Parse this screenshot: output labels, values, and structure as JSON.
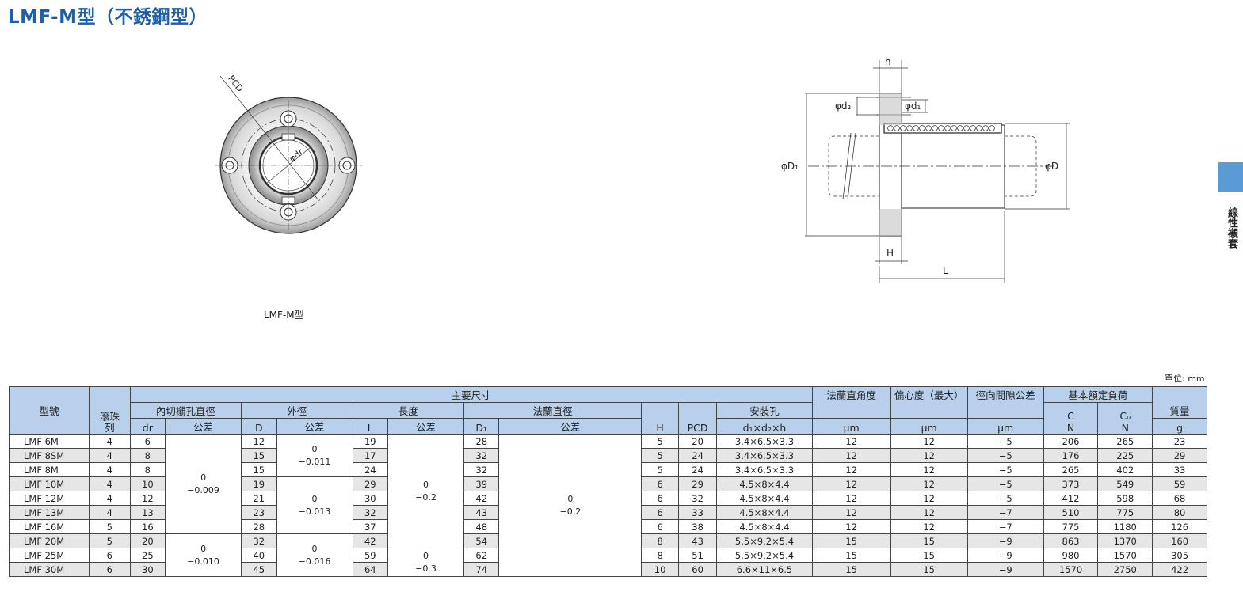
{
  "title": "LMF-M型（不銹鋼型）",
  "side_label": "線性襯套",
  "front_caption": "LMF-M型",
  "unit": "單位: mm",
  "drawing_labels": {
    "pcd": "PCD",
    "dr": "φdr",
    "h": "h",
    "d2": "φd₂",
    "d1": "φd₁",
    "D1": "φD₁",
    "D": "φD",
    "H": "H",
    "L": "L"
  },
  "table": {
    "headers": {
      "model": "型號",
      "balls": "滾珠\n列",
      "main_dims": "主要尺寸",
      "inner": "內切襯孔直徑",
      "outer": "外徑",
      "length": "長度",
      "flange_dia": "法蘭直徑",
      "mount_hole": "安裝孔",
      "flange_perp": "法蘭直角度",
      "eccentricity": "偏心度（最大）",
      "radial_clear": "徑向間隙公差",
      "load": "基本額定負荷",
      "mass": "質量",
      "dr": "dr",
      "tol": "公差",
      "D": "D",
      "L": "L",
      "D1": "D₁",
      "H": "H",
      "PCD": "PCD",
      "d1d2h": "d₁×d₂×h",
      "um": "μm",
      "C": "C",
      "C0": "C₀",
      "N": "N",
      "g": "g"
    },
    "tolerances": {
      "dr_a": "0\n−0.009",
      "dr_b": "0\n−0.010",
      "D_a": "0\n−0.011",
      "D_b": "0\n−0.013",
      "D_c": "0\n−0.016",
      "L_a": "0\n−0.2",
      "L_b": "0\n−0.3",
      "D1_a": "0\n−0.2"
    },
    "rows": [
      {
        "model": "LMF 6M",
        "balls": "4",
        "dr": "6",
        "D": "12",
        "L": "19",
        "D1": "28",
        "H": "5",
        "PCD": "20",
        "hole": "3.4×6.5×3.3",
        "perp": "12",
        "ecc": "12",
        "clear": "−5",
        "C": "206",
        "C0": "265",
        "mass": "23"
      },
      {
        "model": "LMF 8SM",
        "balls": "4",
        "dr": "8",
        "D": "15",
        "L": "17",
        "D1": "32",
        "H": "5",
        "PCD": "24",
        "hole": "3.4×6.5×3.3",
        "perp": "12",
        "ecc": "12",
        "clear": "−5",
        "C": "176",
        "C0": "225",
        "mass": "29"
      },
      {
        "model": "LMF 8M",
        "balls": "4",
        "dr": "8",
        "D": "15",
        "L": "24",
        "D1": "32",
        "H": "5",
        "PCD": "24",
        "hole": "3.4×6.5×3.3",
        "perp": "12",
        "ecc": "12",
        "clear": "−5",
        "C": "265",
        "C0": "402",
        "mass": "33"
      },
      {
        "model": "LMF 10M",
        "balls": "4",
        "dr": "10",
        "D": "19",
        "L": "29",
        "D1": "39",
        "H": "6",
        "PCD": "29",
        "hole": "4.5×8×4.4",
        "perp": "12",
        "ecc": "12",
        "clear": "−5",
        "C": "373",
        "C0": "549",
        "mass": "59"
      },
      {
        "model": "LMF 12M",
        "balls": "4",
        "dr": "12",
        "D": "21",
        "L": "30",
        "D1": "42",
        "H": "6",
        "PCD": "32",
        "hole": "4.5×8×4.4",
        "perp": "12",
        "ecc": "12",
        "clear": "−5",
        "C": "412",
        "C0": "598",
        "mass": "68"
      },
      {
        "model": "LMF 13M",
        "balls": "4",
        "dr": "13",
        "D": "23",
        "L": "32",
        "D1": "43",
        "H": "6",
        "PCD": "33",
        "hole": "4.5×8×4.4",
        "perp": "12",
        "ecc": "12",
        "clear": "−7",
        "C": "510",
        "C0": "775",
        "mass": "80"
      },
      {
        "model": "LMF 16M",
        "balls": "5",
        "dr": "16",
        "D": "28",
        "L": "37",
        "D1": "48",
        "H": "6",
        "PCD": "38",
        "hole": "4.5×8×4.4",
        "perp": "12",
        "ecc": "12",
        "clear": "−7",
        "C": "775",
        "C0": "1180",
        "mass": "126"
      },
      {
        "model": "LMF 20M",
        "balls": "5",
        "dr": "20",
        "D": "32",
        "L": "42",
        "D1": "54",
        "H": "8",
        "PCD": "43",
        "hole": "5.5×9.2×5.4",
        "perp": "15",
        "ecc": "15",
        "clear": "−9",
        "C": "863",
        "C0": "1370",
        "mass": "160"
      },
      {
        "model": "LMF 25M",
        "balls": "6",
        "dr": "25",
        "D": "40",
        "L": "59",
        "D1": "62",
        "H": "8",
        "PCD": "51",
        "hole": "5.5×9.2×5.4",
        "perp": "15",
        "ecc": "15",
        "clear": "−9",
        "C": "980",
        "C0": "1570",
        "mass": "305"
      },
      {
        "model": "LMF 30M",
        "balls": "6",
        "dr": "30",
        "D": "45",
        "L": "64",
        "D1": "74",
        "H": "10",
        "PCD": "60",
        "hole": "6.6×11×6.5",
        "perp": "15",
        "ecc": "15",
        "clear": "−9",
        "C": "1570",
        "C0": "2750",
        "mass": "422"
      }
    ]
  }
}
